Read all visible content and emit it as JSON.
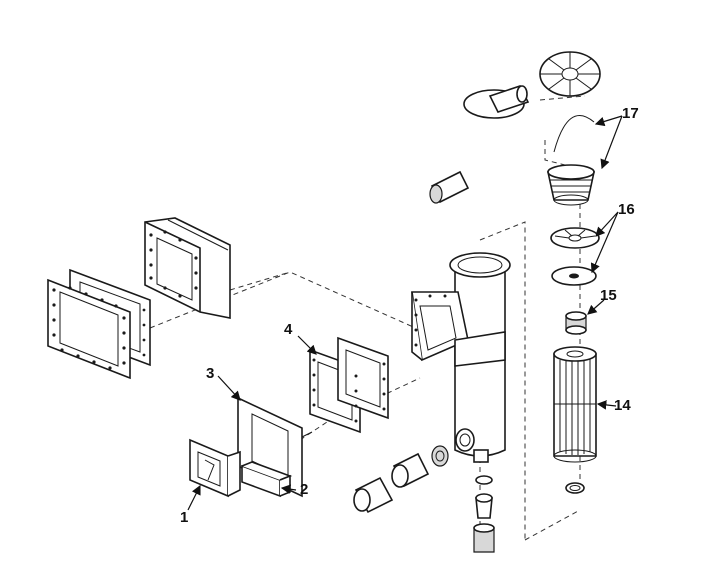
{
  "callouts": {
    "c1": "1",
    "c2": "2",
    "c3": "3",
    "c4": "4",
    "c14": "14",
    "c15": "15",
    "c16": "16",
    "c17": "17"
  },
  "colors": {
    "line": "#1a1a1a",
    "background": "#ffffff"
  }
}
